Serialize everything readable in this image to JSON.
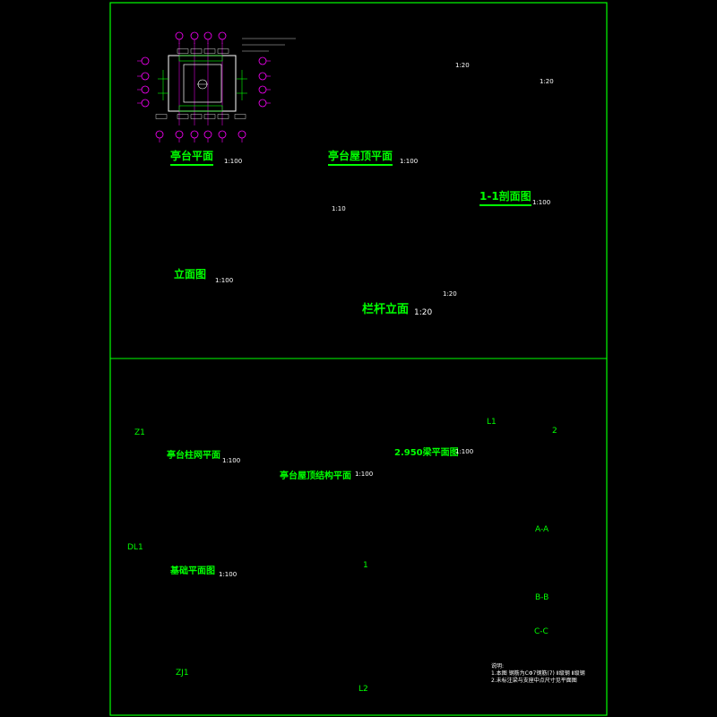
{
  "colors": {
    "background": "#000000",
    "frame": "#00ff00",
    "structure": "#ffffff",
    "column": "#ffff00",
    "slab": "#00ffff",
    "axis": "#ff00ff",
    "dimension": "#00ff00"
  },
  "titles": {
    "pavilion_plan": "亭台平面",
    "pavilion_roof_plan": "亭台屋顶平面",
    "section_1_1": "1-1剖面图",
    "elevation": "立面图",
    "railing_elevation": "栏杆立面",
    "column_grid_plan": "亭台柱网平面",
    "roof_structure_plan": "亭台屋顶结构平面",
    "beam_plan_2950": "2.950梁平面图",
    "foundation_plan": "基础平面图"
  },
  "scales": {
    "pavilion_plan": "1:100",
    "pavilion_roof_plan": "1:100",
    "section_1_1": "1:100",
    "elevation": "1:100",
    "railing_elevation": "1:20",
    "detail_a": "1:20",
    "detail_b": "1:20",
    "detail_c": "1:10",
    "column_grid_plan": "1:100",
    "roof_structure_plan": "1:100",
    "beam_plan_2950": "1:100",
    "foundation_plan": "1:100"
  },
  "tags": {
    "z1": "Z1",
    "l1": "L1",
    "dl1": "DL1",
    "zj1": "ZJ1",
    "aa": "A-A",
    "bb": "B-B",
    "cc": "C-C",
    "l2": "L2",
    "circle1": "1",
    "circle2": "2"
  },
  "notes": {
    "head": "说明:",
    "line1": "1.本图  钢筋为CΦ7钢筋(7)  Ⅱ级钢   Ⅱ级钢",
    "line2": "2.未标注梁与支座中点尺寸见平面图"
  }
}
